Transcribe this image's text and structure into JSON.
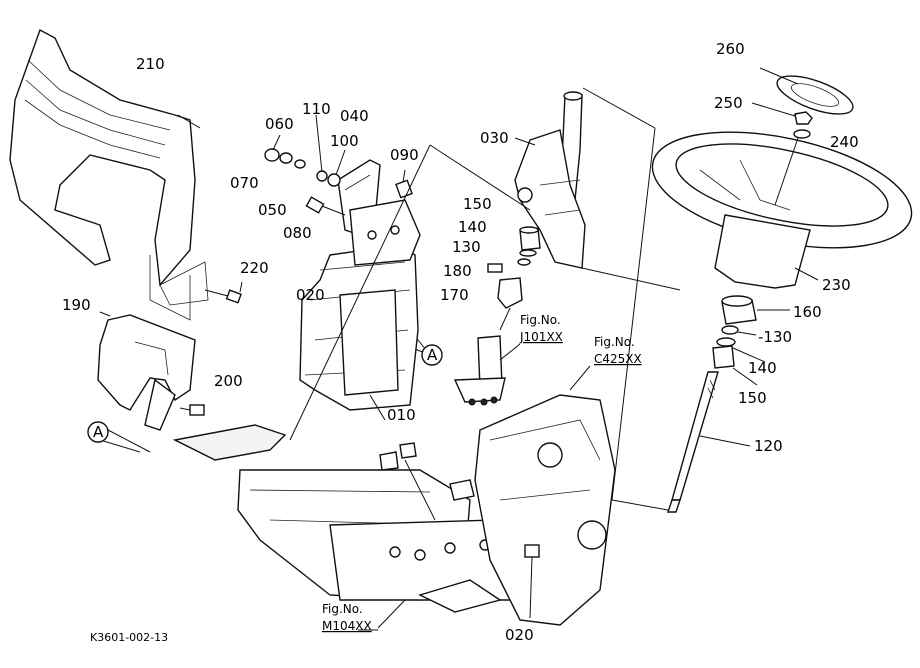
{
  "callouts": {
    "c210": "210",
    "c260": "260",
    "c250": "250",
    "c240": "240",
    "c110": "110",
    "c040": "040",
    "c060": "060",
    "c100": "100",
    "c090": "090",
    "c030": "030",
    "c070": "070",
    "c050": "050",
    "c080": "080",
    "c150a": "150",
    "c140a": "140",
    "c130a": "130",
    "c180": "180",
    "c170": "170",
    "c220": "220",
    "c020a": "020",
    "c190": "190",
    "cA1": "A",
    "cA2": "A",
    "c200": "200",
    "c010": "010",
    "c230": "230",
    "c160": "160",
    "c130b": "-130",
    "c140b": "140",
    "c150b": "150",
    "c120": "120",
    "c020b": "020"
  },
  "fig_refs": {
    "j101_label": "Fig.No.",
    "j101_code": "J101XX",
    "c425_label": "Fig.No.",
    "c425_code": "C425XX",
    "m104_label": "Fig.No.",
    "m104_code": "M104XX"
  },
  "diagram_code": "K3601-002-13"
}
